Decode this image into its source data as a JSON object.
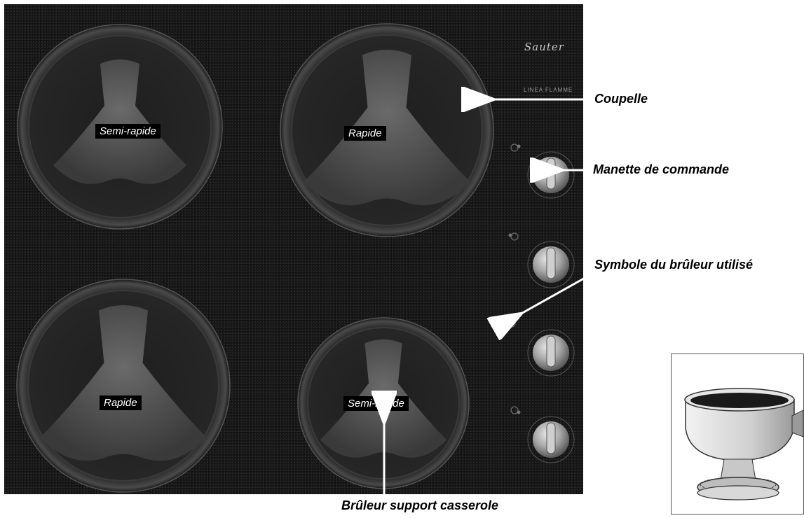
{
  "brand": {
    "logo": "Sauter",
    "model": "LINEA FLAMME"
  },
  "burners": [
    {
      "id": "top-left",
      "label": "Semi-rapide"
    },
    {
      "id": "top-right",
      "label": "Rapide"
    },
    {
      "id": "bottom-left",
      "label": "Rapide"
    },
    {
      "id": "bottom-right",
      "label": "Semi-rapide"
    }
  ],
  "callouts": {
    "coupelle": "Coupelle",
    "manette": "Manette de commande",
    "symbole": "Symbole du brûleur utilisé",
    "bruleur_support": "Brûleur support casserole"
  },
  "colors": {
    "hob": "#141414",
    "burner_ring": "#2a2a2a",
    "knob": "#9a9a9a",
    "callout_text": "#000000"
  }
}
